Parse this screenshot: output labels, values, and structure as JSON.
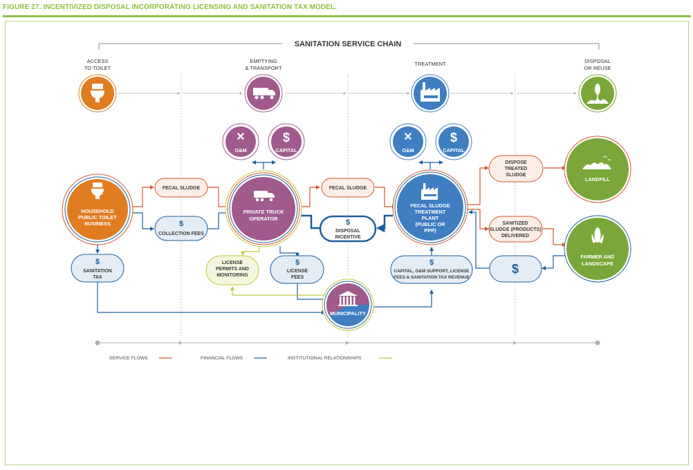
{
  "figure_title": "FIGURE 27. INCENTIVIZED DISPOSAL INCORPORATING LICENSING AND SANITATION TAX MODEL.",
  "chain_title": "SANITATION SERVICE CHAIN",
  "stages": [
    {
      "line1": "ACCESS",
      "line2": "TO TOILET",
      "icon": "toilet-icon"
    },
    {
      "line1": "EMPTYING",
      "line2": "& TRANSPORT",
      "icon": "truck-icon"
    },
    {
      "line1": "TREATMENT",
      "line2": "",
      "icon": "factory-icon"
    },
    {
      "line1": "DISPOSAL",
      "line2": "OR REUSE",
      "icon": "plant-icon"
    }
  ],
  "nodes": {
    "household": [
      "HOUSEHOLD",
      "PUBLIC TOILET",
      "BUSINESS"
    ],
    "truck_operator": [
      "PRIVATE TRUCK",
      "OPERATOR"
    ],
    "treatment_plant": [
      "FECAL SLUDGE",
      "TREATMENT",
      "PLANT",
      "(PUBLIC OR",
      "PPP)"
    ],
    "landfill": "LANDFILL",
    "farmer": [
      "FARMER AND",
      "LANDSCAPE"
    ],
    "municipality": "MUNICIPALITY"
  },
  "small_circles": {
    "om": "O&M",
    "capital": "CAPITAL",
    "dollar": "$"
  },
  "boxes": {
    "fecal_sludge": "FECAL SLUDGE",
    "collection_fees": "COLLECTION FEES",
    "sanitation_tax": [
      "SANITATION",
      "TAX"
    ],
    "license_permits": [
      "LICENSE",
      "PERMITS AND",
      "MONITORING"
    ],
    "license_fees": [
      "LICENSE",
      "FEES"
    ],
    "disposal_incentive": [
      "DISPOSAL",
      "INCENTIVE"
    ],
    "plant_revenue": [
      "CAPITAL, O&M SUPPORT, LICENSE",
      "FEES & SANITATION TAX REVENUE"
    ],
    "dispose_treated": [
      "DISPOSE",
      "TREATED",
      "SLUDGE"
    ],
    "sanitized_sludge": [
      "SANITIZED",
      "SLUDGE (PRODUCTS)",
      "DELIVERED"
    ]
  },
  "legend": {
    "service": "SERVICE FLOWS",
    "financial": "FINANCIAL FLOWS",
    "institutional": "INSTITUTIONAL RELATIONSHIPS"
  },
  "colors": {
    "service": "#d0562c",
    "financial": "#1d5f9a",
    "institutional": "#bfc83a",
    "household": "#e07d21",
    "truck": "#a05a8c",
    "plant": "#3f7ec1",
    "green": "#7aa63a",
    "accent": "#8cbf3f"
  }
}
